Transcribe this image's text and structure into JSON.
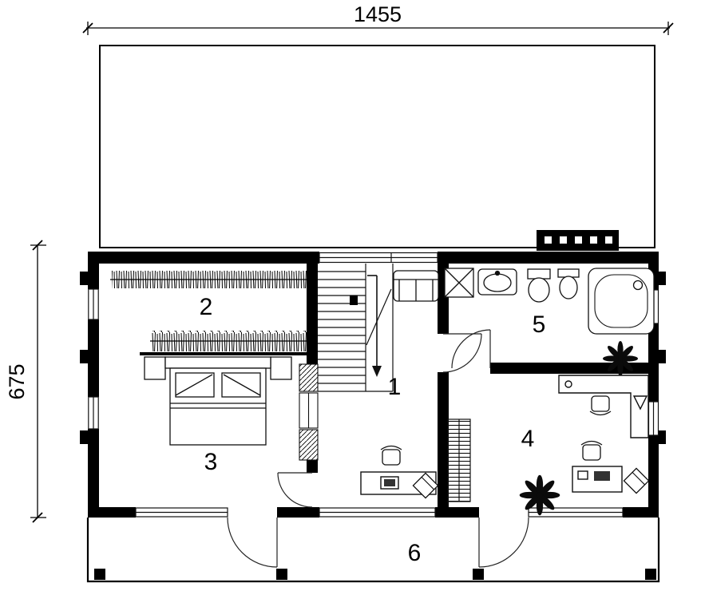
{
  "page": {
    "background": "#ffffff"
  },
  "drawing": {
    "type": "architectural-floor-plan",
    "wall_color": "#000000",
    "line_color": "#1a1a1a",
    "dimensions": {
      "width_label": "1455",
      "height_label": "675"
    },
    "rooms": [
      {
        "number": "1"
      },
      {
        "number": "2"
      },
      {
        "number": "3"
      },
      {
        "number": "4"
      },
      {
        "number": "5"
      },
      {
        "number": "6"
      }
    ]
  }
}
